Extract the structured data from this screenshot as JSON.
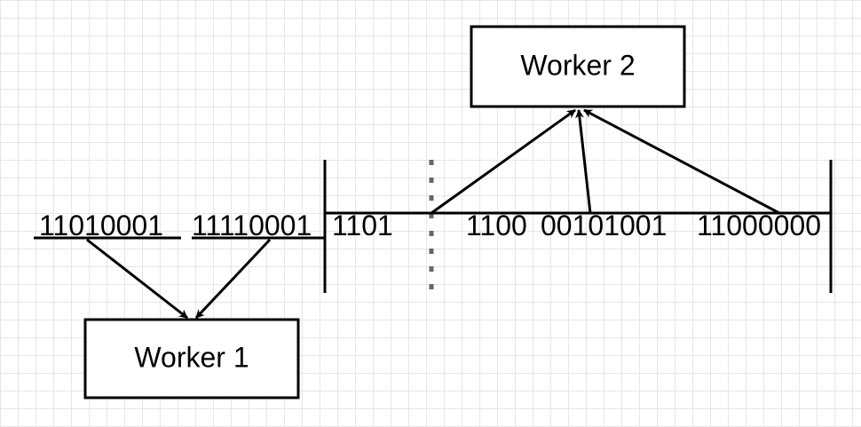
{
  "diagram": {
    "boxes": [
      {
        "id": "worker1",
        "label": "Worker 1"
      },
      {
        "id": "worker2",
        "label": "Worker 2"
      }
    ],
    "byte_labels": [
      "11010001",
      "11110001",
      "1101",
      "1100",
      "00101001",
      "11000000"
    ],
    "colors": {
      "stroke": "#000000",
      "dotted_divider": "#666666",
      "grid": "#e6e6e6"
    }
  }
}
